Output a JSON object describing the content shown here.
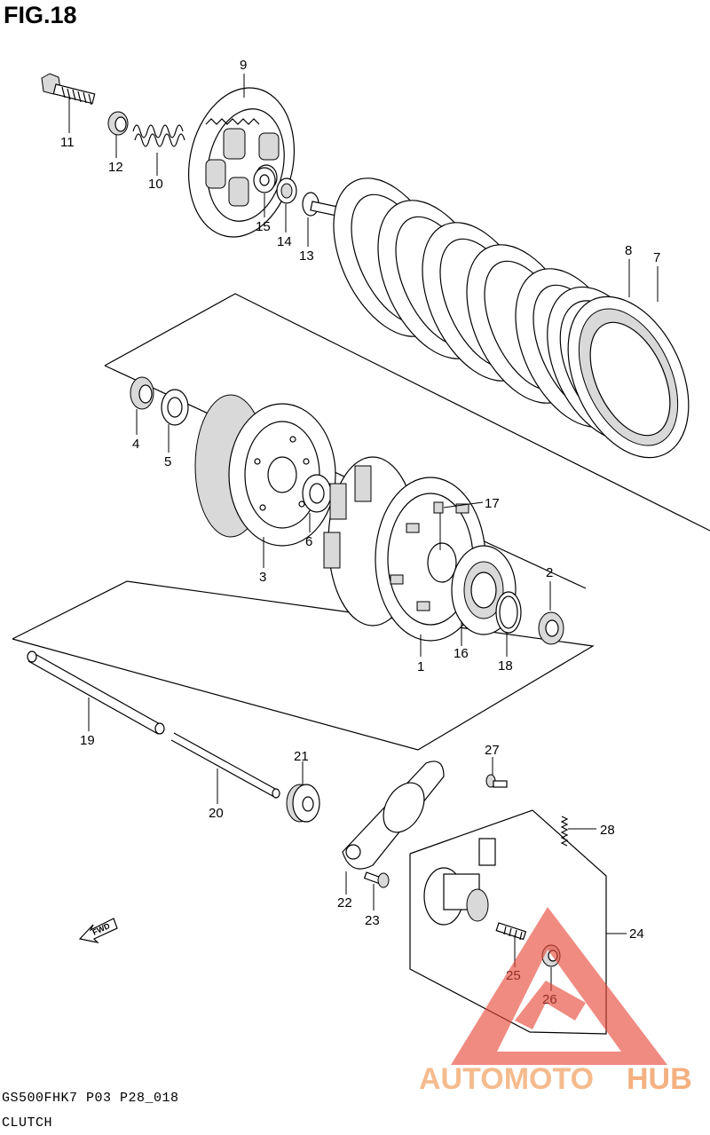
{
  "figure": {
    "title": "FIG.18"
  },
  "footer": {
    "model_code": "GS500FHK7 P03 P28_018",
    "section": "CLUTCH"
  },
  "direction_indicator": {
    "label": "FWD"
  },
  "watermark": {
    "part1": "AUTOMOTO",
    "part2": "HUB",
    "color1": "#f4b07a",
    "color2": "#f3a36a",
    "triangle_color": "#e84a3a"
  },
  "callouts": [
    "1",
    "2",
    "3",
    "4",
    "5",
    "6",
    "7",
    "8",
    "9",
    "10",
    "11",
    "12",
    "13",
    "14",
    "15",
    "16",
    "17",
    "18",
    "19",
    "20",
    "21",
    "22",
    "23",
    "24",
    "25",
    "26",
    "27",
    "28"
  ]
}
